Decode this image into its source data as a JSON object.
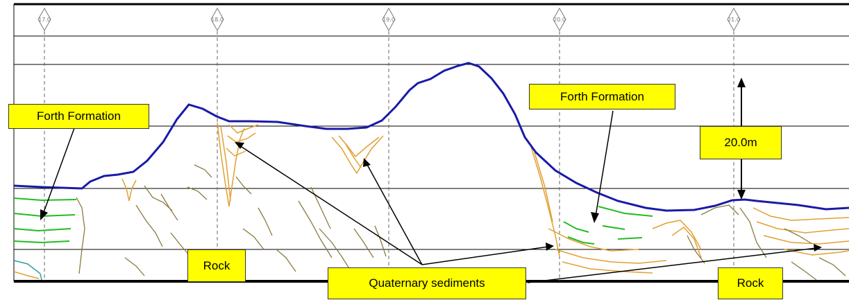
{
  "profile": {
    "chainage_markers": [
      "17.0",
      "18.0",
      "19.0",
      "20.0",
      "21.0"
    ]
  },
  "annotations": {
    "forth_formation_left": "Forth Formation",
    "forth_formation_right": "Forth Formation",
    "scale_bar": "20.0m",
    "rock_left": "Rock",
    "rock_right": "Rock",
    "quaternary": "Quaternary sediments"
  },
  "colors": {
    "seabed": "#1a1aa8",
    "forth_formation_reflectors": "#22bb22",
    "quaternary_reflectors": "#e0a030",
    "rock_reflectors": "#8a7a40",
    "label_fill": "#ffff00"
  }
}
